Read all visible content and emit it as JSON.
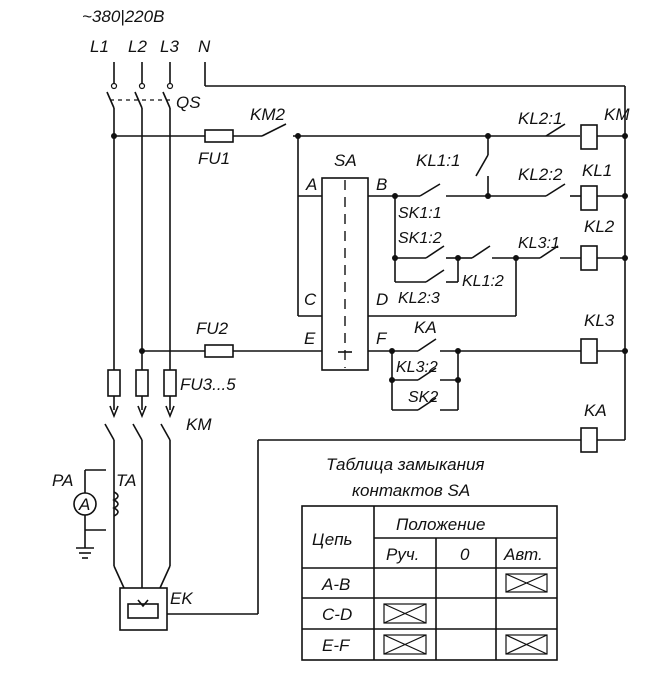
{
  "supply": {
    "voltage": "~380|220В",
    "phases": [
      "L1",
      "L2",
      "L3",
      "N"
    ]
  },
  "devices": {
    "qs": "QS",
    "km2": "KM2",
    "fu1": "FU1",
    "fu2": "FU2",
    "fu3_5": "FU3...5",
    "km_power": "KM",
    "pa": "PA",
    "ta": "TA",
    "ek": "EK",
    "sa": "SA"
  },
  "sa_terminals": [
    "A",
    "B",
    "C",
    "D",
    "E",
    "F"
  ],
  "contacts": {
    "kl1_1": "KL1:1",
    "kl1_2": "KL1:2",
    "kl2_1": "KL2:1",
    "kl2_2": "KL2:2",
    "kl2_3": "KL2:3",
    "kl3_1": "KL3:1",
    "kl3_2": "KL3:2",
    "sk1_1": "SK1:1",
    "sk1_2": "SK1:2",
    "sk2": "SK2",
    "ka": "KA"
  },
  "coils": [
    "KM",
    "KL1",
    "KL2",
    "KL3",
    "KA"
  ],
  "ammeter_symbol": "A",
  "table": {
    "title_line1": "Таблица замыкания",
    "title_line2": "контактов SA",
    "header_circuit": "Цепь",
    "header_position": "Положение",
    "positions": [
      "Руч.",
      "0",
      "Авт."
    ],
    "rows": [
      {
        "circuit": "A-B",
        "closed": [
          false,
          false,
          true
        ]
      },
      {
        "circuit": "C-D",
        "closed": [
          true,
          false,
          false
        ]
      },
      {
        "circuit": "E-F",
        "closed": [
          true,
          false,
          true
        ]
      }
    ]
  }
}
